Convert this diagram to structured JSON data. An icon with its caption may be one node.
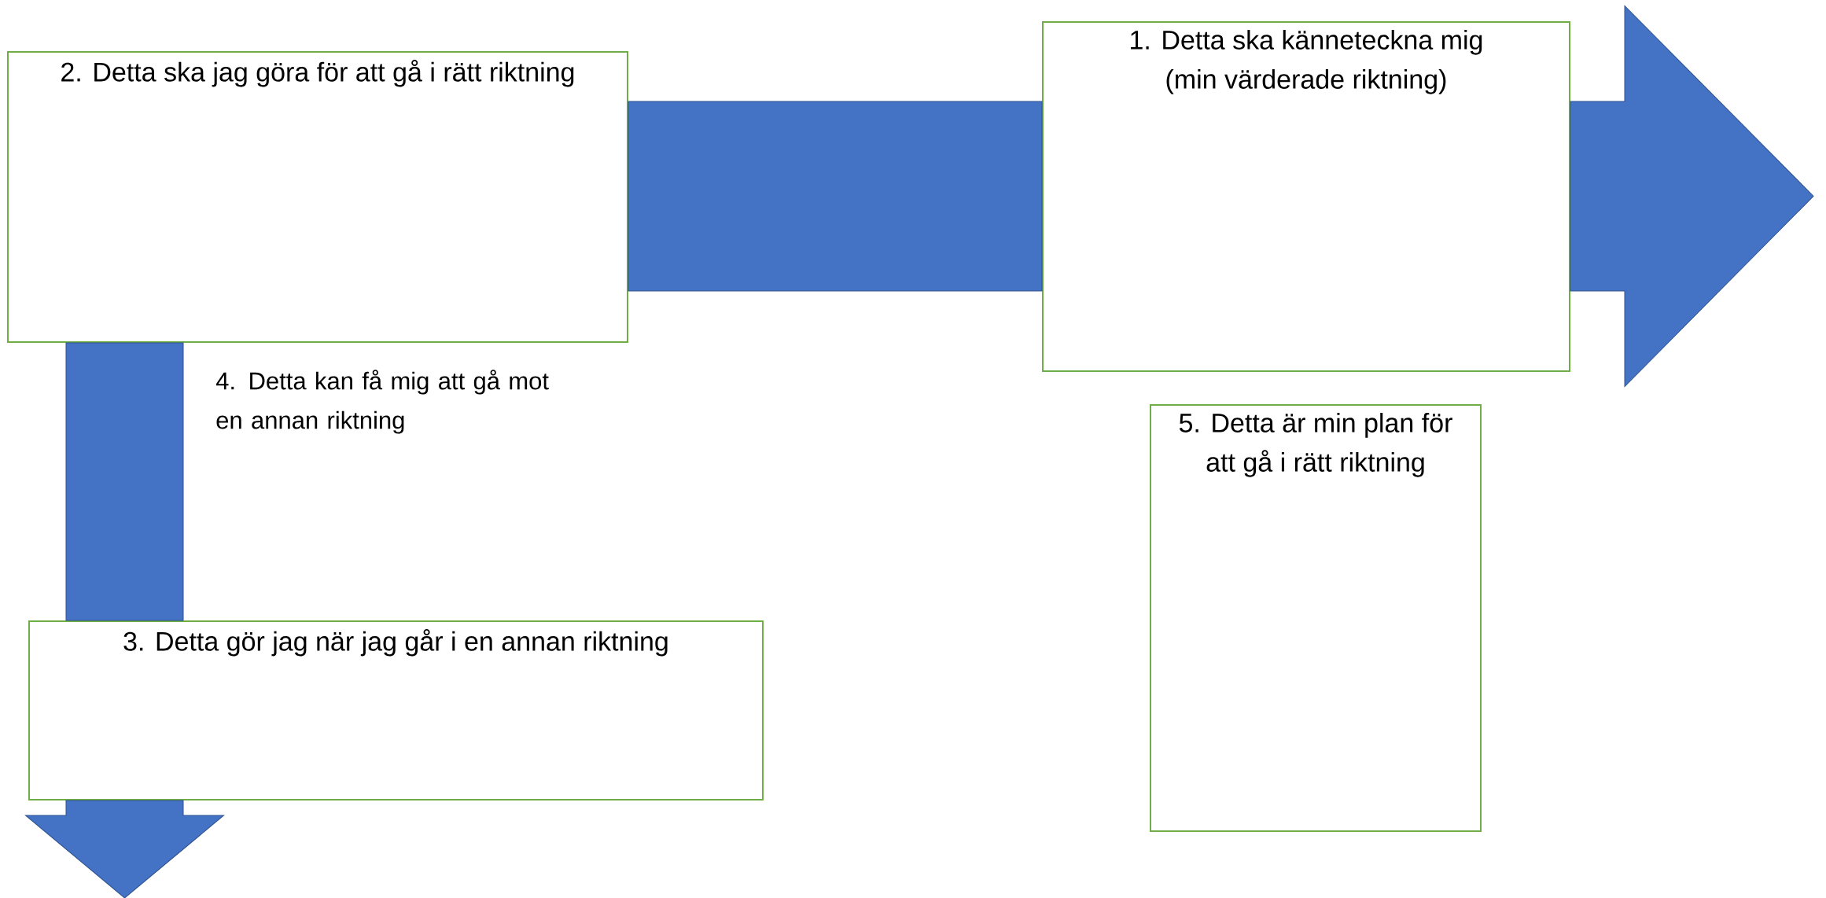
{
  "diagram": {
    "nodes": [
      {
        "text": [
          "2. Detta ska jag göra för att gå i rätt riktning"
        ]
      },
      {
        "text": [
          "1. Detta ska känneteckna mig (min värderade riktning)"
        ]
      },
      {
        "text": [
          "3. Detta gör jag när jag går i en annan riktning"
        ]
      },
      {
        "text": [
          "5. Detta är min plan för att gå i rätt riktning"
        ]
      }
    ],
    "edges": [
      {
        "from": 0,
        "to": 1,
        "arrow": "none",
        "style": "thick"
      },
      {
        "from": 1,
        "to": null,
        "arrow": "to",
        "style": "thick"
      },
      {
        "from": 0,
        "to": 2,
        "arrow": "none",
        "style": "thick"
      },
      {
        "from": 2,
        "to": null,
        "arrow": "to",
        "style": "thick"
      }
    ],
    "labels": [
      "4. Detta kan få mig att gå mot en annan riktning"
    ]
  }
}
